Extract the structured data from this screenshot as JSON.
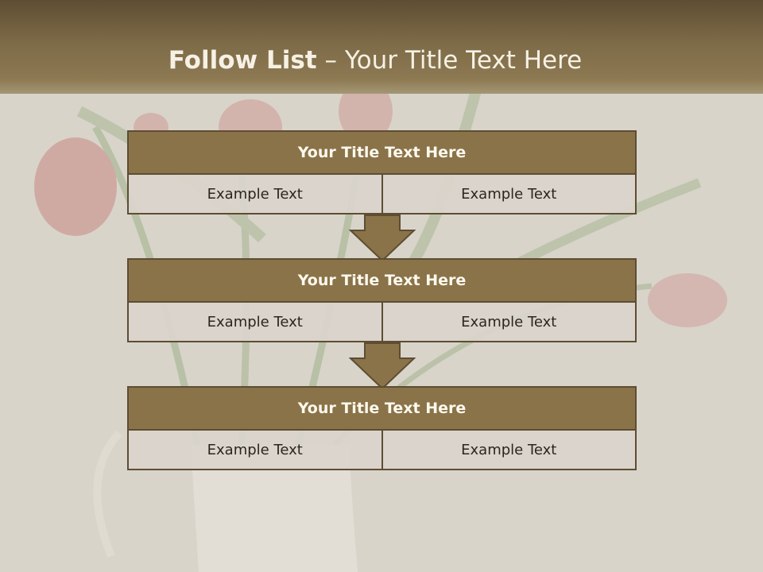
{
  "header": {
    "title_bold": "Follow List",
    "title_rest": "– Your Title Text Here"
  },
  "steps": [
    {
      "title": "Your Title Text Here",
      "left": "Example Text",
      "right": "Example Text"
    },
    {
      "title": "Your Title Text Here",
      "left": "Example Text",
      "right": "Example Text"
    },
    {
      "title": "Your Title Text Here",
      "left": "Example Text",
      "right": "Example Text"
    }
  ],
  "colors": {
    "header": "#7d6a47",
    "block_title": "#8a7349",
    "block_border": "#5e4d33",
    "cell_bg": "#dad4cc",
    "arrow": "#8a7349"
  }
}
